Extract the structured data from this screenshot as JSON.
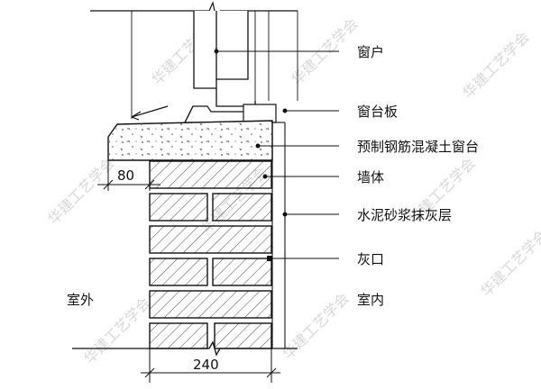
{
  "labels": {
    "window": "窗户",
    "sill_board": "窗台板",
    "precast_sill": "预制钢筋混凝土窗台",
    "wall": "墙体",
    "plaster": "水泥砂浆抹灰层",
    "joint": "灰口",
    "outdoor": "室外",
    "indoor": "室内"
  },
  "dimensions": {
    "projection": "80",
    "wall_width": "240"
  },
  "watermark": "华建工艺学会"
}
